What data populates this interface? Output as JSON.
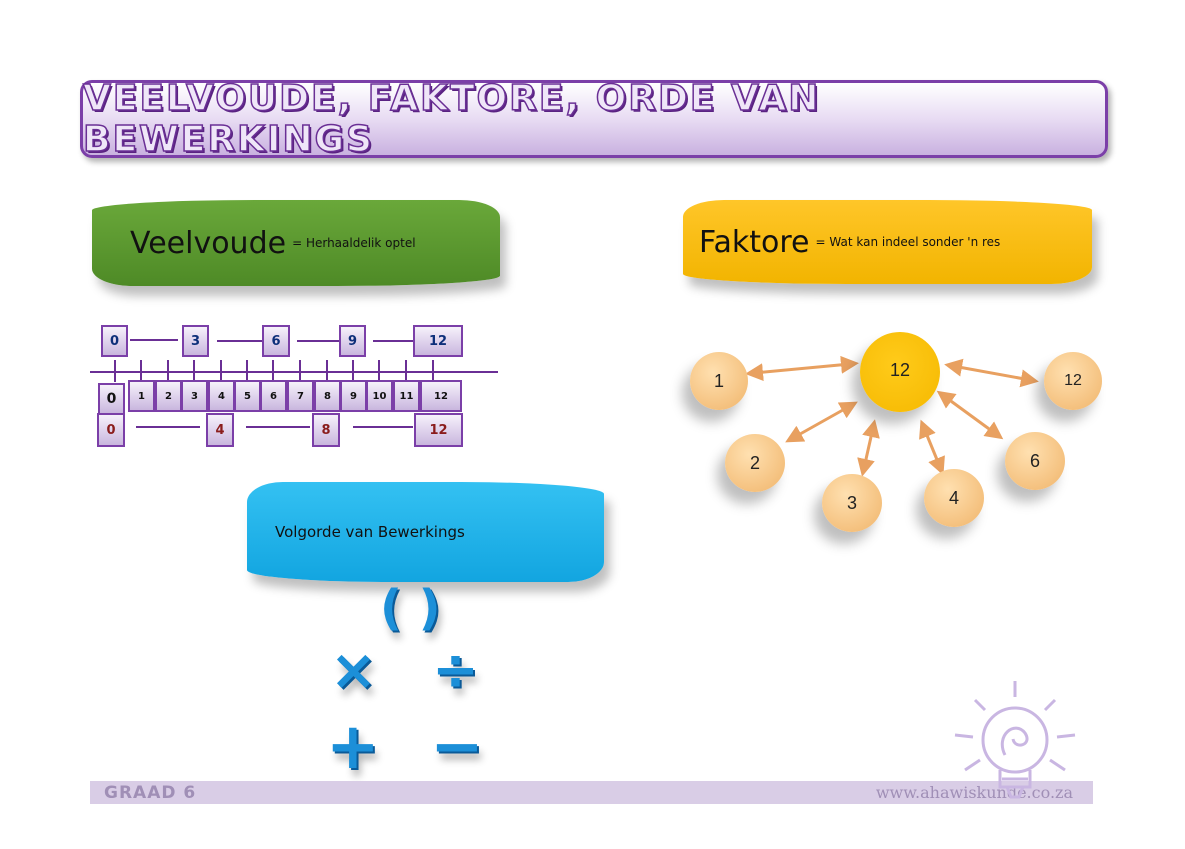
{
  "title": "Veelvoude, Faktore, Orde van Bewerkings",
  "multiples": {
    "heading": "Veelvoude",
    "definition": "= Herhaaldelik optel",
    "top_row": [
      "0",
      "3",
      "6",
      "9",
      "12"
    ],
    "number_line": [
      "0",
      "1",
      "2",
      "3",
      "4",
      "5",
      "6",
      "7",
      "8",
      "9",
      "10",
      "11",
      "12"
    ],
    "bottom_row": [
      "0",
      "4",
      "8",
      "12"
    ]
  },
  "factors": {
    "heading": "Faktore",
    "definition": "= Wat kan indeel sonder 'n res",
    "center": "12",
    "items": [
      "1",
      "12",
      "2",
      "3",
      "4",
      "6"
    ]
  },
  "order": {
    "heading": "Volgorde van Bewerkings",
    "symbols": [
      "( )",
      "×",
      "÷",
      "+",
      "−"
    ]
  },
  "footer": {
    "grade": "GRAAD 6",
    "website": "www.ahawiskunde.co.za"
  },
  "colors": {
    "purple": "#7b3fa8",
    "green": "#5a9a2e",
    "yellow": "#ffc000",
    "blue": "#1eb0ea",
    "circle": "#f0b46a"
  }
}
